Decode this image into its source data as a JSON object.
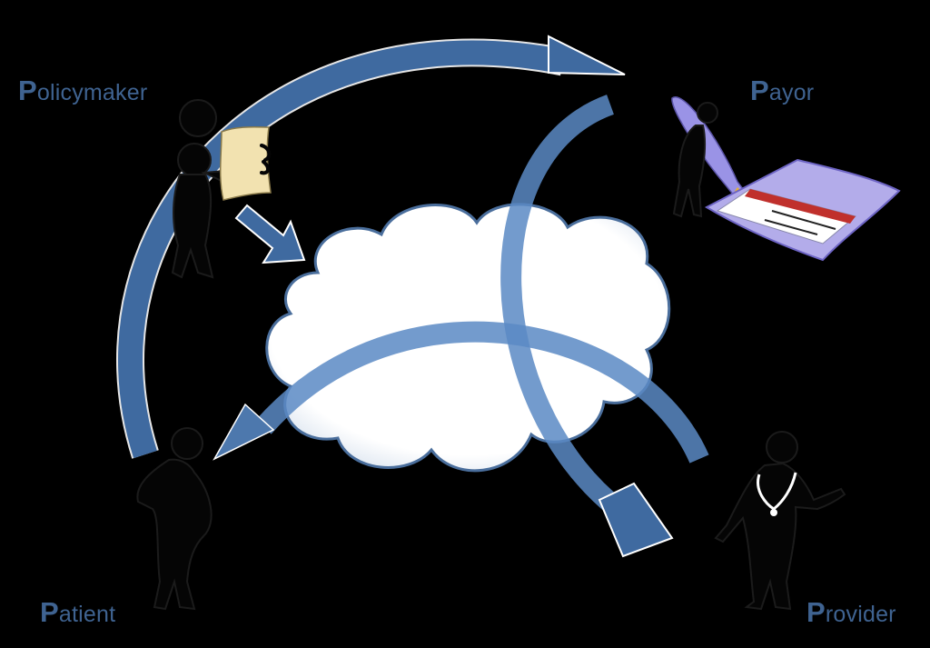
{
  "roles": {
    "policymaker": {
      "initial": "P",
      "rest": "olicymaker"
    },
    "payor": {
      "initial": "P",
      "rest": "ayor"
    },
    "patient": {
      "initial": "P",
      "rest": "atient"
    },
    "provider": {
      "initial": "P",
      "rest": "rovider"
    }
  },
  "colors": {
    "background": "#000000",
    "arrow": "#3f6aa0",
    "arrow_light": "#5b8ac4",
    "label": "#3f6391",
    "cloud_fill": "#ffffff",
    "cloud_stroke": "#4a6e9c",
    "figure": "#050505",
    "figure_outline": "#1b1b1b",
    "scroll": "#f2e2b0",
    "pen": "#9a93e6",
    "wallet": "#b3acea",
    "check_stripe": "#c0302c",
    "stethoscope": "#ffffff"
  },
  "icons": {
    "policymaker": "person-holding-scroll-icon",
    "payor": "person-with-giant-pen-icon",
    "checkbook": "checkbook-icon",
    "patient": "pregnant-person-icon",
    "provider": "doctor-with-stethoscope-icon",
    "center": "cloud-icon"
  }
}
